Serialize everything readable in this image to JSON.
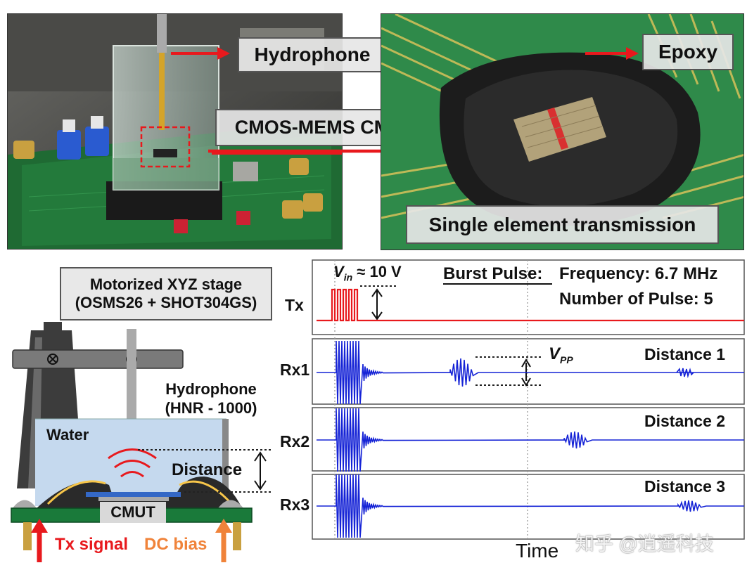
{
  "photo_left": {
    "hydrophone_label": "Hydrophone",
    "cmut_label": "CMOS-MEMS CMUT"
  },
  "photo_right": {
    "epoxy_label": "Epoxy",
    "transmission_label": "Single element transmission"
  },
  "schematic": {
    "stage_line1": "Motorized XYZ stage",
    "stage_line2": "(OSMS26 + SHOT304GS)",
    "hydrophone_line1": "Hydrophone",
    "hydrophone_line2": "(HNR - 1000)",
    "water": "Water",
    "distance": "Distance",
    "cmut": "CMUT",
    "tx_signal": "Tx signal",
    "dc_bias": "DC bias"
  },
  "waveforms": {
    "vin_prefix": "V",
    "vin_sub": "in",
    "vin_value": "≈ 10 V",
    "burst_title": "Burst Pulse:",
    "frequency": "Frequency: 6.7 MHz",
    "pulse_count": "Number of Pulse: 5",
    "vpp_main": "V",
    "vpp_sub": "PP",
    "x_label": "Time",
    "rows": [
      {
        "label": "Tx",
        "tag": ""
      },
      {
        "label": "Rx1",
        "tag": "Distance 1"
      },
      {
        "label": "Rx2",
        "tag": "Distance 2"
      },
      {
        "label": "Rx3",
        "tag": "Distance 3"
      }
    ]
  },
  "watermark": "知乎 @逍遥科技",
  "colors": {
    "tx": "#e8191d",
    "rx": "#1523d6",
    "water": "#c5d9ee",
    "pcb": "#1a7a3a",
    "arrow": "#e8191d",
    "dc_arrow": "#f0833a"
  }
}
